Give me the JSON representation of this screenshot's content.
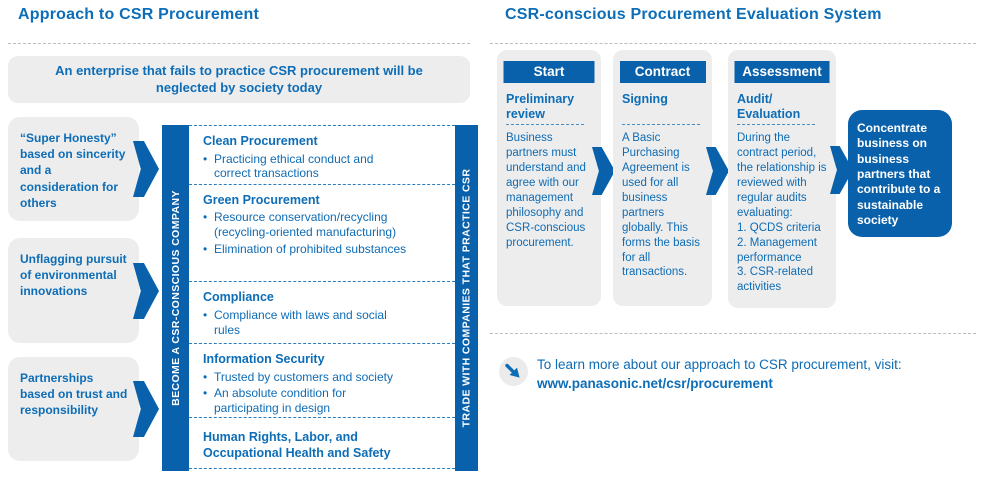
{
  "colors": {
    "brand_blue_solid": "#0a61ab",
    "text_blue": "#0d6db7",
    "panel_gray": "#ededed",
    "divider_gray_dashed": "#bdbdbd",
    "divider_blue_dashed": "#2a7cbf"
  },
  "left_panel": {
    "title": "Approach to CSR Procurement",
    "banner": "An enterprise that fails to practice CSR procurement will be\nneglected by society today",
    "principles": [
      {
        "text": "“Super Honesty” based on sincerity and a consideration for others"
      },
      {
        "text": "Unflagging pursuit of environmental innovations"
      },
      {
        "text": "Partnerships based on trust and responsibility"
      }
    ],
    "become_bar": "BECOME A CSR-CONSCIOUS COMPANY",
    "trade_bar": "TRADE WITH COMPANIES THAT PRACTICE CSR",
    "sections": [
      {
        "title": "Clean Procurement",
        "bullets": [
          "Practicing ethical conduct and correct transactions"
        ]
      },
      {
        "title": "Green Procurement",
        "bullets": [
          "Resource conservation/recycling (recycling-oriented manufacturing)",
          "Elimination of prohibited substances"
        ]
      },
      {
        "title": "Compliance",
        "bullets": [
          "Compliance with laws and social rules"
        ]
      },
      {
        "title": "Information Security",
        "bullets": [
          "Trusted by customers and society",
          "An absolute condition for participating in design"
        ]
      },
      {
        "title": "Human Rights, Labor, and\nOccupational Health and Safety",
        "bullets": []
      }
    ]
  },
  "right_panel": {
    "title": "CSR-conscious Procurement Evaluation System",
    "steps": [
      {
        "header": "Start",
        "subtitle": "Preliminary\nreview",
        "body": "Business partners must understand and agree with our management philosophy and CSR-conscious procurement."
      },
      {
        "header": "Contract",
        "subtitle": "Signing",
        "body": "A Basic Purchasing Agreement is used for all business partners globally. This forms the basis for all transactions."
      },
      {
        "header": "Assessment",
        "subtitle": "Audit/\nEvaluation",
        "body": "During the contract period, the relationship is reviewed with regular audits evaluating:\n1. QCDS criteria\n2. Management performance\n3. CSR-related activities"
      }
    ],
    "outcome": "Concentrate business on business partners that contribute to a sustainable society",
    "link": {
      "intro": "To learn more about our approach to CSR procurement, visit:",
      "url": "www.panasonic.net/csr/procurement"
    }
  },
  "icons": {
    "flow_arrow": "right-chevron",
    "link_arrow": "↘"
  }
}
